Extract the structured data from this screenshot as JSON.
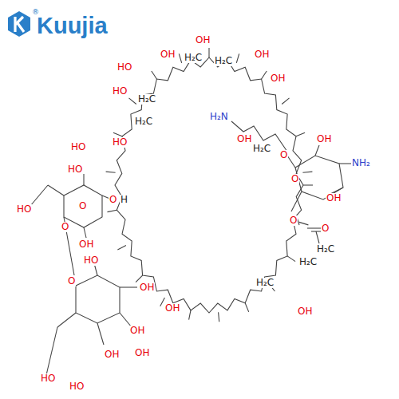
{
  "diagram": {
    "labels": [
      "Kuujia",
      "®",
      "OH",
      "OH",
      "H₂C",
      "H₂C",
      "OH",
      "OH",
      "HO",
      "HO",
      "H₂C",
      "H₂C",
      "HO",
      "H₂N",
      "OH",
      "H₂C",
      "OH",
      "O",
      "NH₂",
      "O",
      "OH",
      "HO",
      "HO",
      "O",
      "O",
      "H",
      "HO",
      "O",
      "O",
      "O",
      "H₂C",
      "OH",
      "HO",
      "O",
      "OH",
      "OH",
      "H₂C",
      "H₂C",
      "OH",
      "OH",
      "OH",
      "OH",
      "HO",
      "HO"
    ]
  }
}
